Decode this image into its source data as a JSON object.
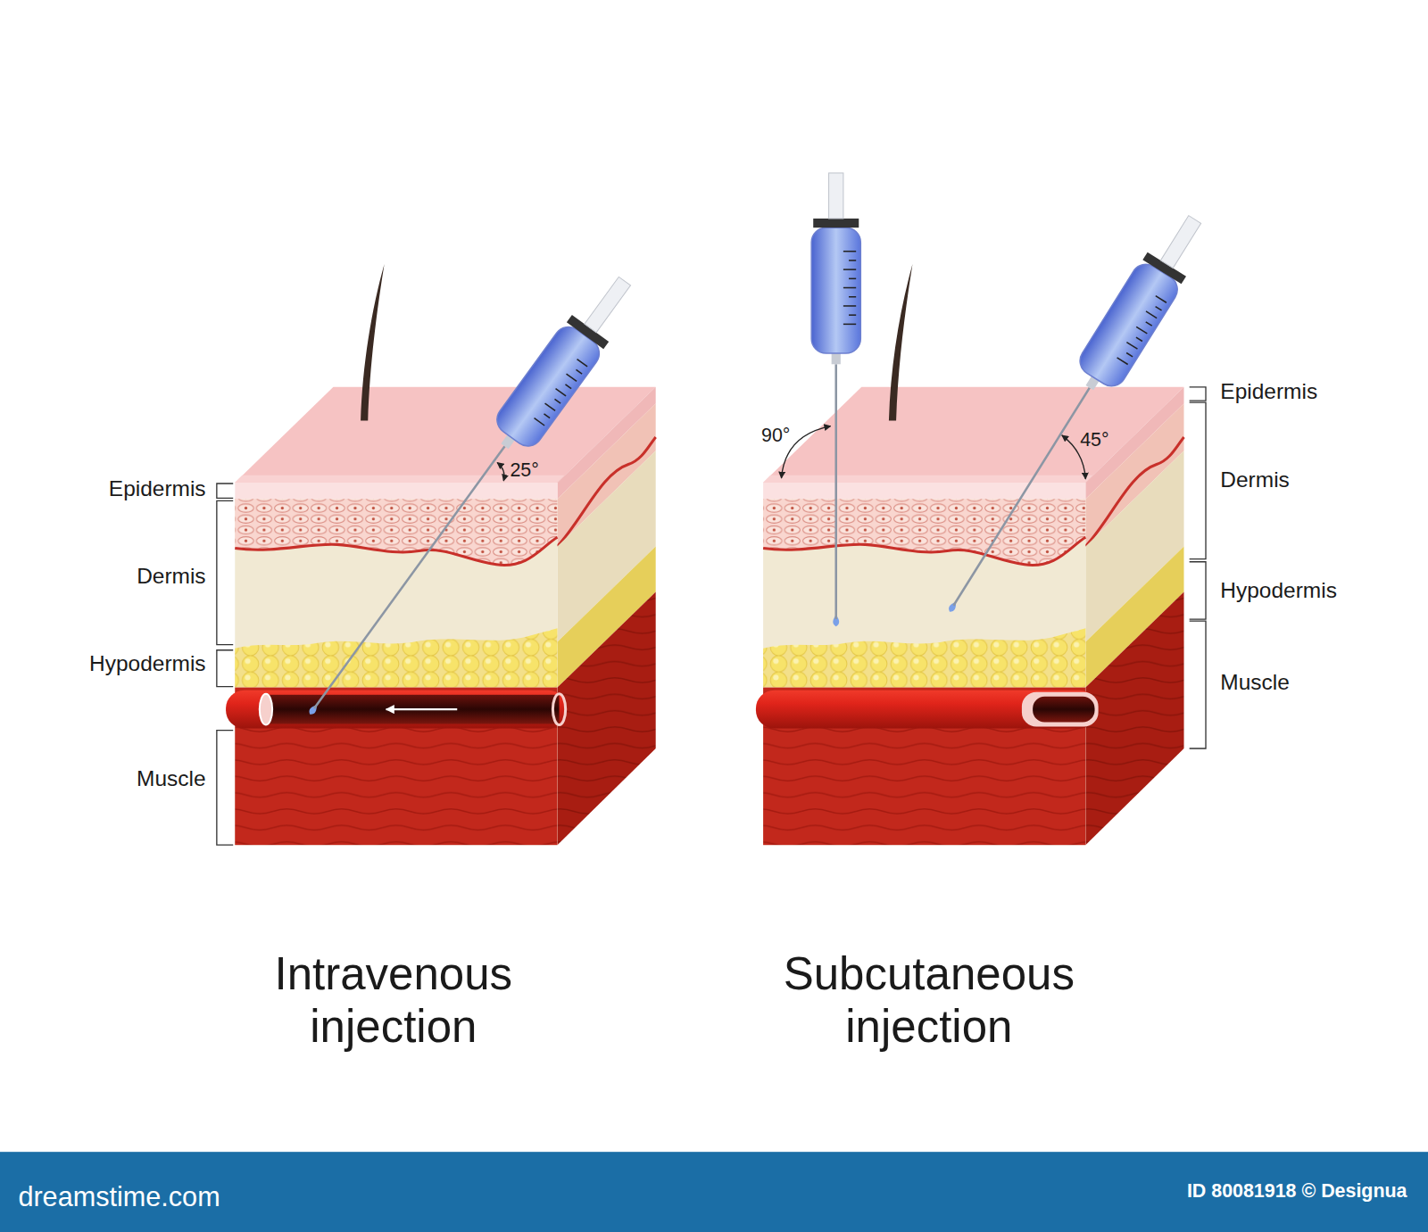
{
  "diagram": {
    "labels": [
      "Epidermis",
      "Dermis",
      "Hypodermis",
      "Muscle",
      "25°",
      "Intravenous injection",
      "90°",
      "45°",
      "Epidermis",
      "Dermis",
      "Hypodermis",
      "Muscle",
      "Subcutaneous injection",
      "dreamstime.com",
      "ID 80081918 © Designua"
    ]
  }
}
